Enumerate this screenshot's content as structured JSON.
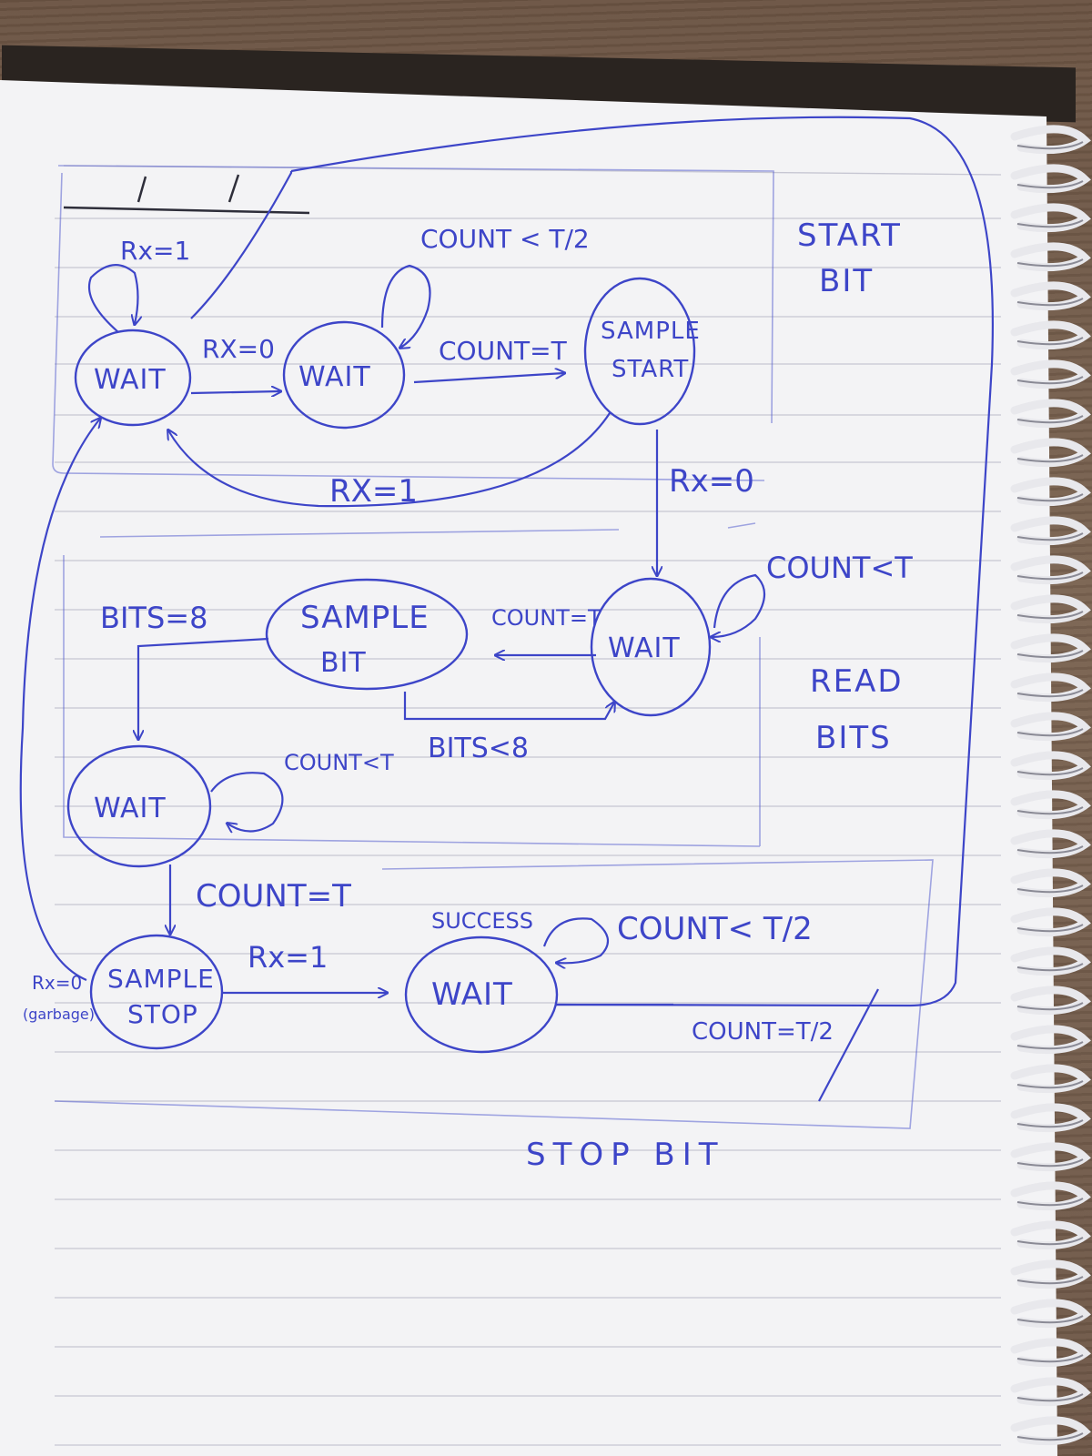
{
  "colors": {
    "ink": "#3d45c8",
    "paper": "#f4f4f6",
    "ruled_line": "#9a9ab0",
    "wood": "#6b5443"
  },
  "icons": {
    "spiral_binding": "spiral-binding-icon"
  },
  "sections": {
    "start_bit": [
      "START",
      "BIT"
    ],
    "read_bits": [
      "READ",
      "BITS"
    ],
    "stop_bit": "STOP BIT"
  },
  "states": {
    "wait_idle": "WAIT",
    "wait_half": "WAIT",
    "sample_start": [
      "SAMPLE",
      "START"
    ],
    "wait_bit": "WAIT",
    "sample_bit": [
      "SAMPLE",
      "BIT"
    ],
    "wait_stop": "WAIT",
    "sample_stop": [
      "SAMPLE",
      "STOP"
    ],
    "wait_success": "WAIT"
  },
  "transitions": {
    "idle_self": "Rx=1",
    "idle_to_half": "RX=0",
    "half_self": "COUNT < T/2",
    "half_to_sample": "COUNT=T",
    "sample_start_fail": "RX=1",
    "sample_start_ok": "Rx=0",
    "wait_bit_self": "COUNT<T",
    "wait_to_sample_bit": "COUNT=T",
    "more_bits": "BITS<8",
    "bits_done": "BITS=8",
    "wait_stop_self": "COUNT<T",
    "wait_stop_to_sample": "COUNT=T",
    "stop_ok": "Rx=1",
    "stop_fail": "Rx=0",
    "stop_fail_note": "(garbage)",
    "success_self": "COUNT< T/2",
    "success_back": "COUNT=T/2",
    "success_note": "SUCCESS"
  }
}
